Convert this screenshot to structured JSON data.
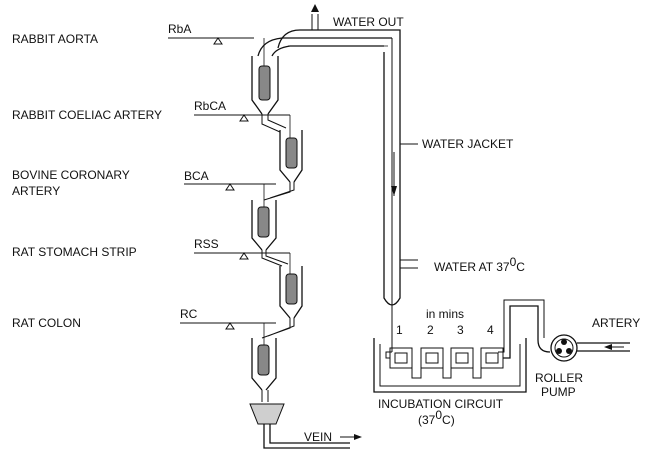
{
  "tissues": [
    {
      "name": "RABBIT AORTA",
      "code": "RbA"
    },
    {
      "name": "RABBIT COELIAC ARTERY",
      "code": "RbCA"
    },
    {
      "name": "BOVINE CORONARY",
      "name_line2": "ARTERY",
      "code": "BCA"
    },
    {
      "name": "RAT STOMACH STRIP",
      "code": "RSS"
    },
    {
      "name": "RAT COLON",
      "code": "RC"
    }
  ],
  "labels": {
    "water_out": "WATER OUT",
    "water_jacket": "WATER JACKET",
    "water_in": "WATER AT 37",
    "water_in_sup": "0",
    "water_in_unit": "C",
    "in_mins": "in mins",
    "coils": [
      "1",
      "2",
      "3",
      "4"
    ],
    "incubation": "INCUBATION CIRCUIT",
    "incubation_temp_pre": "(37",
    "incubation_temp_sup": "0",
    "incubation_temp_post": "C)",
    "artery": "ARTERY",
    "roller": "ROLLER",
    "pump": "PUMP",
    "vein": "VEIN"
  }
}
